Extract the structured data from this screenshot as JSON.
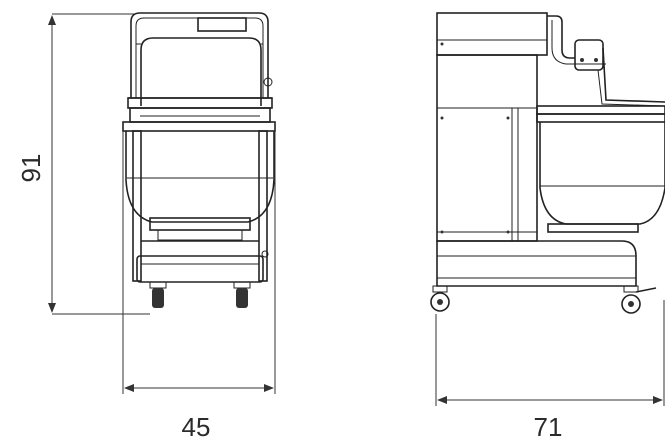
{
  "dimensions": {
    "height_label": "91",
    "front_width_label": "45",
    "side_depth_label": "71"
  }
}
